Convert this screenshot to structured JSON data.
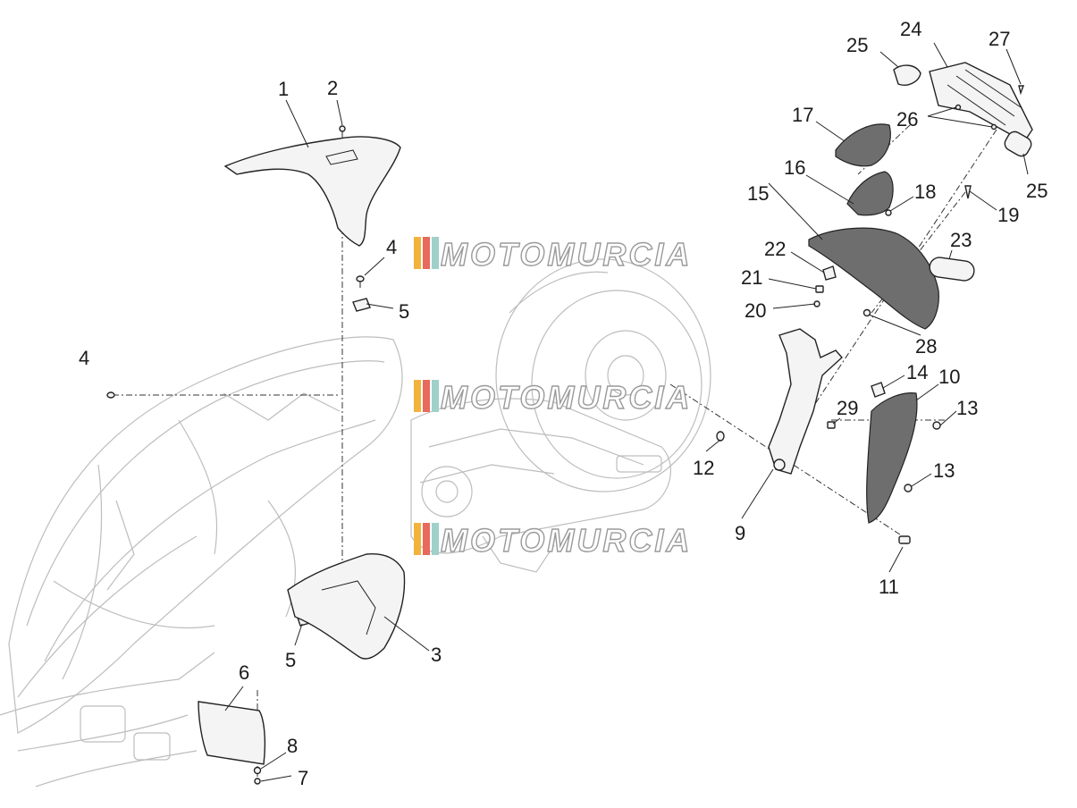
{
  "watermark": {
    "text": "MOTOMURCIA",
    "stripe_colors": [
      "#f2b33d",
      "#e86a5c",
      "#9fd0c9"
    ]
  },
  "callouts": {
    "c1": "1",
    "c2": "2",
    "c3": "3",
    "c4a": "4",
    "c4b": "4",
    "c5a": "5",
    "c5b": "5",
    "c6": "6",
    "c7": "7",
    "c8": "8",
    "c9": "9",
    "c10": "10",
    "c11": "11",
    "c12": "12",
    "c13a": "13",
    "c13b": "13",
    "c14": "14",
    "c15": "15",
    "c16": "16",
    "c17": "17",
    "c18": "18",
    "c19": "19",
    "c20": "20",
    "c21": "21",
    "c22": "22",
    "c23": "23",
    "c24": "24",
    "c25a": "25",
    "c25b": "25",
    "c26": "26",
    "c27": "27",
    "c28": "28",
    "c29": "29"
  }
}
